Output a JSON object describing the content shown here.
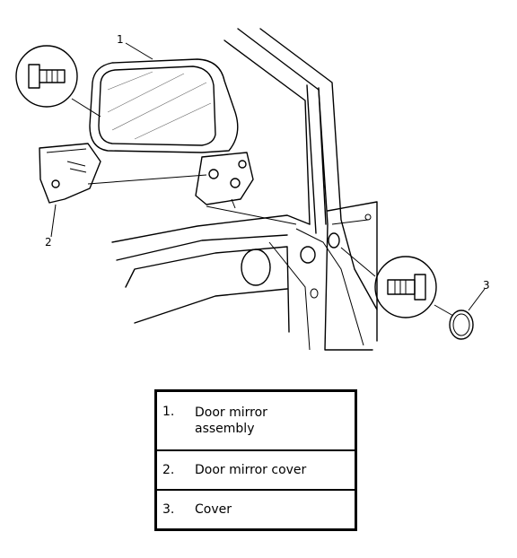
{
  "callouts": {
    "c1": "1",
    "c2": "2",
    "c3": "3"
  },
  "legend": {
    "items": [
      {
        "num": "1.",
        "text_line1": "Door mirror",
        "text_line2": "assembly"
      },
      {
        "num": "2.",
        "text": "Door mirror cover"
      },
      {
        "num": "3.",
        "text": "Cover"
      }
    ]
  }
}
